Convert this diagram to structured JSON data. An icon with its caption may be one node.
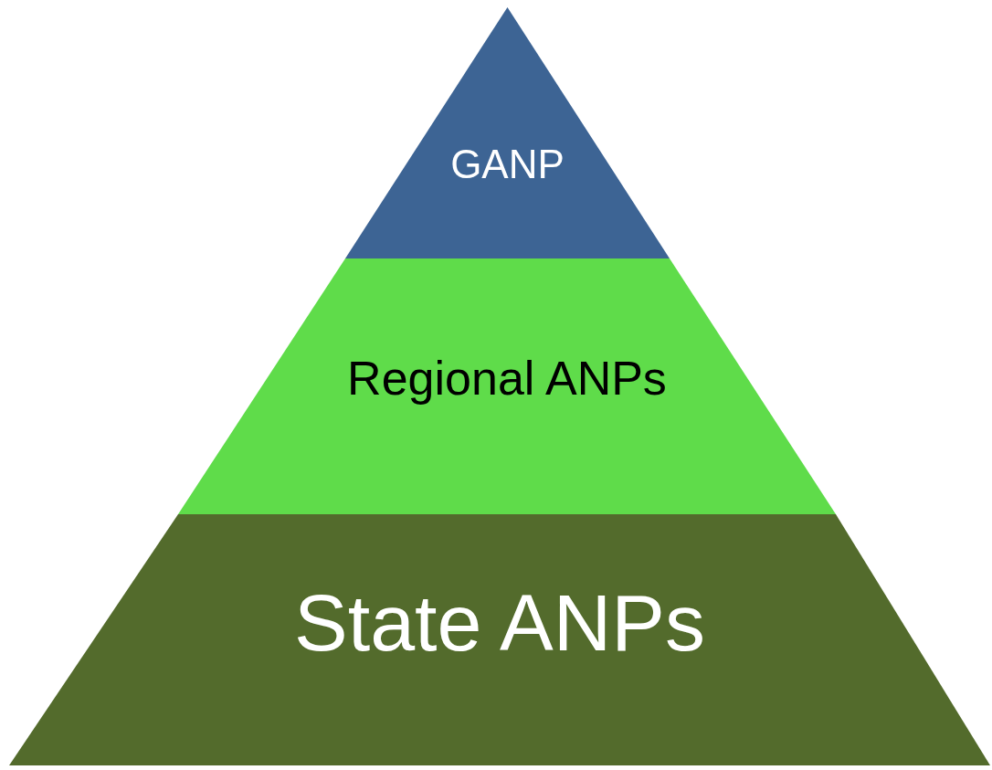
{
  "diagram": {
    "nodes": [
      {
        "text": [
          "GANP"
        ]
      },
      {
        "text": [
          "Regional ANPs"
        ]
      },
      {
        "text": [
          "State ANPs"
        ]
      }
    ]
  }
}
